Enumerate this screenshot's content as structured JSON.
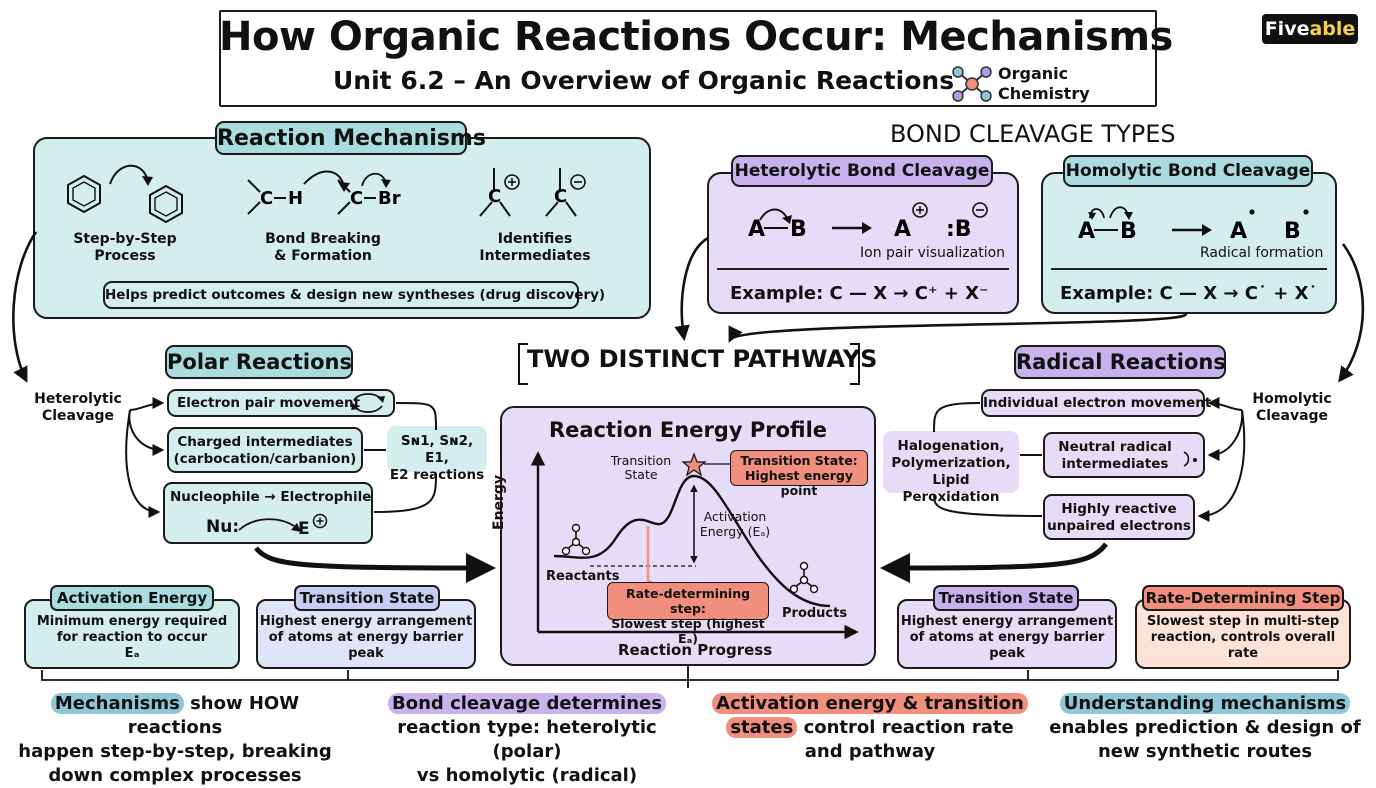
{
  "header": {
    "title": "How Organic Reactions Occur: Mechanisms",
    "subtitle": "Unit 6.2 – An Overview of Organic Reactions",
    "subject_line1": "Organic",
    "subject_line2": "Chemistry",
    "brand_part1": "Five",
    "brand_part2": "able"
  },
  "mechanisms": {
    "heading": "Reaction Mechanisms",
    "step_label": "Step-by-Step\nProcess",
    "bond_label": "Bond Breaking\n& Formation",
    "bond_left_atom": "C",
    "bond_left_partner": "H",
    "bond_right_atom": "C",
    "bond_right_partner": "Br",
    "intermediates_label": "Identifies\nIntermediates",
    "cation_atom": "C",
    "anion_atom": "C",
    "note": "Helps predict outcomes & design new syntheses (drug discovery)"
  },
  "cleavage": {
    "heading": "BOND CLEAVAGE TYPES",
    "heterolytic": {
      "title": "Heterolytic Bond Cleavage",
      "atom_a": "A",
      "atom_b": "B",
      "product_a": "A",
      "product_b": ":B",
      "caption": "Ion pair visualization",
      "example": "Example:  C — X  →  C⁺ + X⁻"
    },
    "homolytic": {
      "title": "Homolytic Bond Cleavage",
      "atom_a": "A",
      "atom_b": "B",
      "product_a": "A",
      "product_b": "B",
      "caption": "Radical formation",
      "example": "Example:  C — X  →  C˙ + X˙"
    }
  },
  "pathways": {
    "title": "TWO DISTINCT PATHWAYS"
  },
  "polar": {
    "heading": "Polar Reactions",
    "side_label": "Heterolytic\nCleavage",
    "item1": "Electron pair movement",
    "item2": "Charged intermediates\n(carbocation/carbanion)",
    "item3": "Nucleophile → Electrophile",
    "nu": "Nu:",
    "e": "E",
    "sn_tag": "Sɴ1, Sɴ2, E1,\nE2 reactions"
  },
  "radical": {
    "heading": "Radical Reactions",
    "side_label": "Homolytic\nCleavage",
    "item1": "Individual electron movement",
    "item2": "Neutral radical\nintermediates",
    "item3": "Highly reactive\nunpaired electrons",
    "apps": "Halogenation,\nPolymerization,\nLipid Peroxidation"
  },
  "energy_profile": {
    "title": "Reaction Energy Profile",
    "y_label": "Energy",
    "x_label": "Reaction Progress",
    "ts_label": "Transition\nState",
    "ts_callout": "Transition State:\nHighest energy point",
    "activation_label": "Activation\nEnergy (Eₐ)",
    "reactants": "Reactants",
    "products": "Products",
    "rds_callout": "Rate-determining step:\nSlowest step (highest Eₐ)"
  },
  "cards": {
    "activation": {
      "title": "Activation Energy",
      "body": "Minimum energy required\nfor reaction to occur\nEₐ"
    },
    "transition_left": {
      "title": "Transition State",
      "body": "Highest energy arrangement\nof atoms at energy barrier\npeak"
    },
    "transition_right": {
      "title": "Transition State",
      "body": "Highest energy arrangement\nof atoms at energy barrier\npeak"
    },
    "rds": {
      "title": "Rate-Determining Step",
      "body": "Slowest step in multi-step\nreaction, controls overall rate"
    }
  },
  "summary": {
    "s1_highlight": "Mechanisms",
    "s1_rest": " show HOW reactions\nhappen step-by-step, breaking\ndown complex processes",
    "s2_highlight": "Bond cleavage determines",
    "s2_rest": "\nreaction type: heterolytic (polar)\nvs homolytic (radical)",
    "s3_highlight1": "Activation energy & transition",
    "s3_highlight2": "states",
    "s3_rest": " control reaction rate\nand pathway",
    "s4_highlight": "Understanding mechanisms",
    "s4_rest": "\nenables prediction & design of\nnew synthetic routes"
  },
  "colors": {
    "teal": "#d4eeee",
    "teal_pill": "#a9dbdf",
    "lavender": "#e7dcf7",
    "lavender_pill": "#c7b2ee",
    "salmon": "#f08f7d",
    "peach": "#fde3d6",
    "blue": "#e0e4f8"
  },
  "icons": [
    "molecule-network-icon",
    "benzene-ring-icon",
    "curved-arrow-icon",
    "star-icon",
    "radical-dot-icon",
    "cycle-arrows-icon"
  ]
}
